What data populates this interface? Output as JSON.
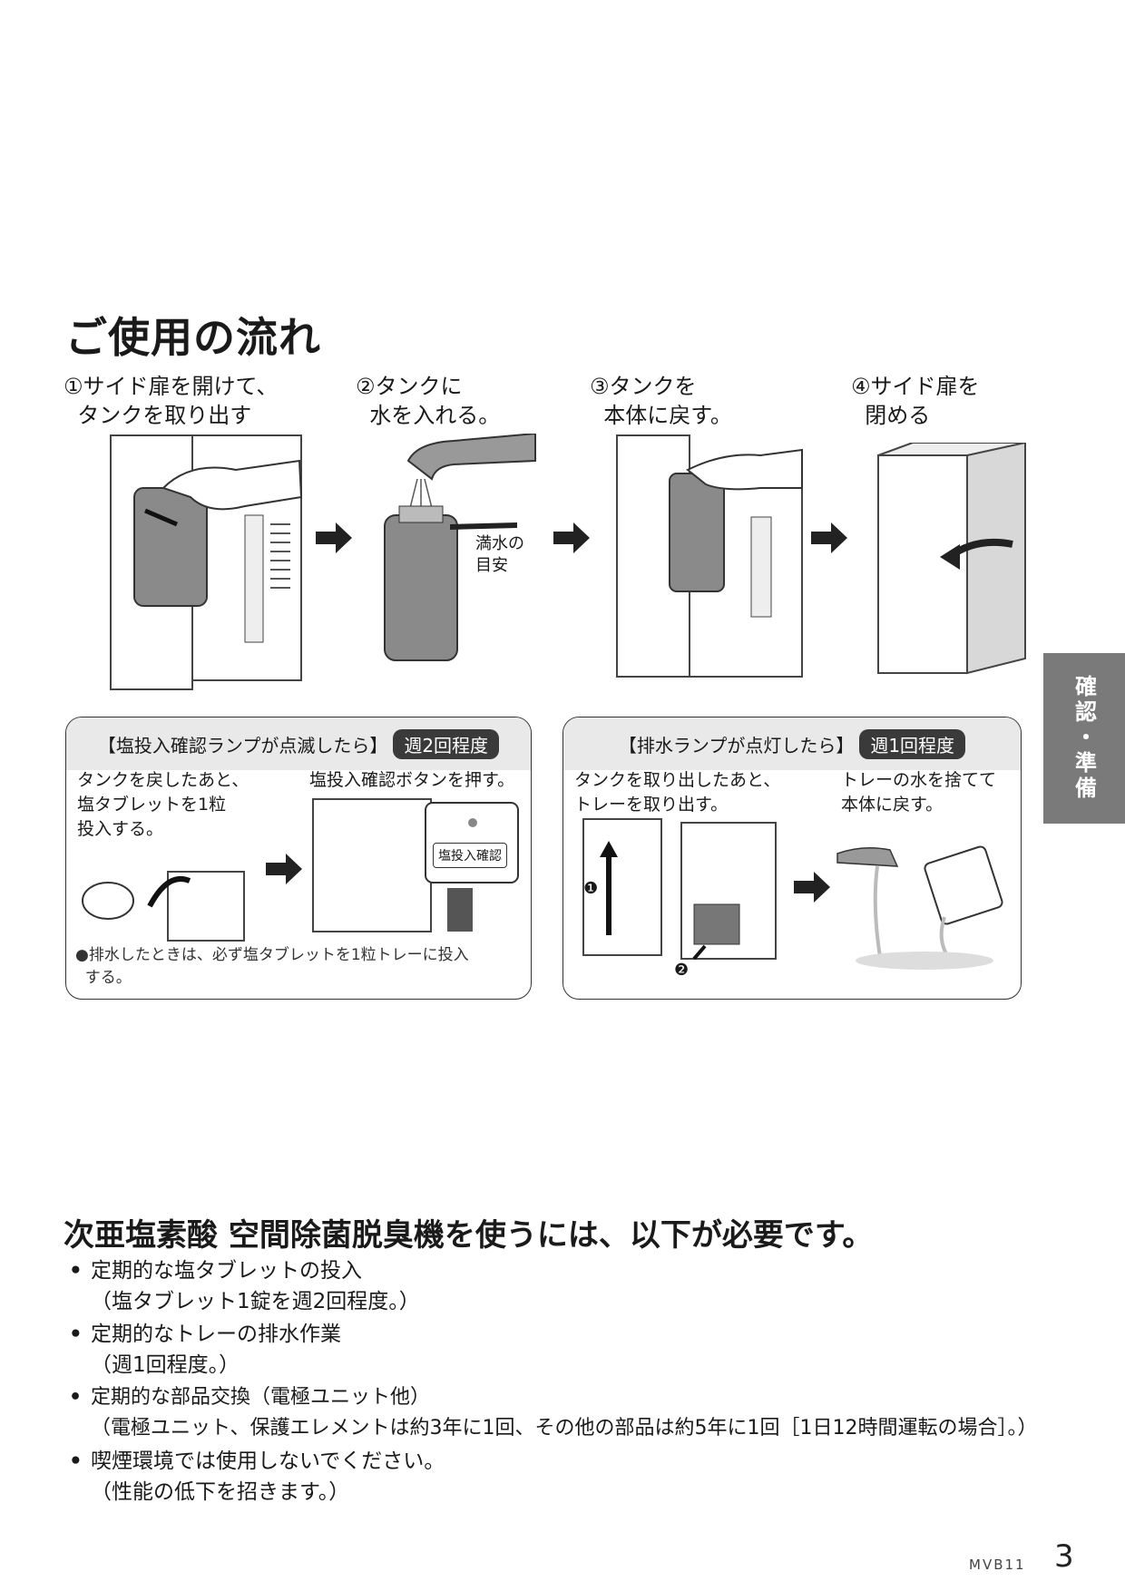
{
  "title": "ご使用の流れ",
  "steps": [
    {
      "label": "①サイド扉を開けて、\n  タンクを取り出す"
    },
    {
      "label": "②タンクに\n  水を入れる。"
    },
    {
      "label": "③タンクを\n  本体に戻す。"
    },
    {
      "label": "④サイド扉を\n  閉める"
    }
  ],
  "fill_mark": "満水の\n目安",
  "salt_box": {
    "header": "【塩投入確認ランプが点滅したら】",
    "badge": "週2回程度",
    "text1": "タンクを戻したあと、\n塩タブレットを1粒\n投入する。",
    "text2": "塩投入確認ボタンを押す。",
    "button_label": "塩投入確認",
    "note": "●排水したときは、必ず塩タブレットを1粒トレーに投入\n  する。"
  },
  "drain_box": {
    "header": "【排水ランプが点灯したら】",
    "badge": "週1回程度",
    "text1": "タンクを取り出したあと、\nトレーを取り出す。",
    "text2": "トレーの水を捨てて\n本体に戻す。",
    "marker1": "❶",
    "marker2": "❷"
  },
  "side_tab": "確認・準備",
  "requirements": {
    "heading": "次亜塩素酸 空間除菌脱臭機を使うには、以下が必要です。",
    "items": [
      {
        "main": "定期的な塩タブレットの投入",
        "sub": "（塩タブレット1錠を週2回程度。）"
      },
      {
        "main": "定期的なトレーの排水作業",
        "sub": "（週1回程度。）"
      },
      {
        "main": "定期的な部品交換（電極ユニット他）",
        "sub": "（電極ユニット、保護エレメントは約3年に1回、その他の部品は約5年に1回［1日12時間運転の場合］。）"
      },
      {
        "main": "喫煙環境では使用しないでください。",
        "sub": "（性能の低下を招きます。）"
      }
    ]
  },
  "footer": {
    "model": "MVB11",
    "page": "3"
  }
}
